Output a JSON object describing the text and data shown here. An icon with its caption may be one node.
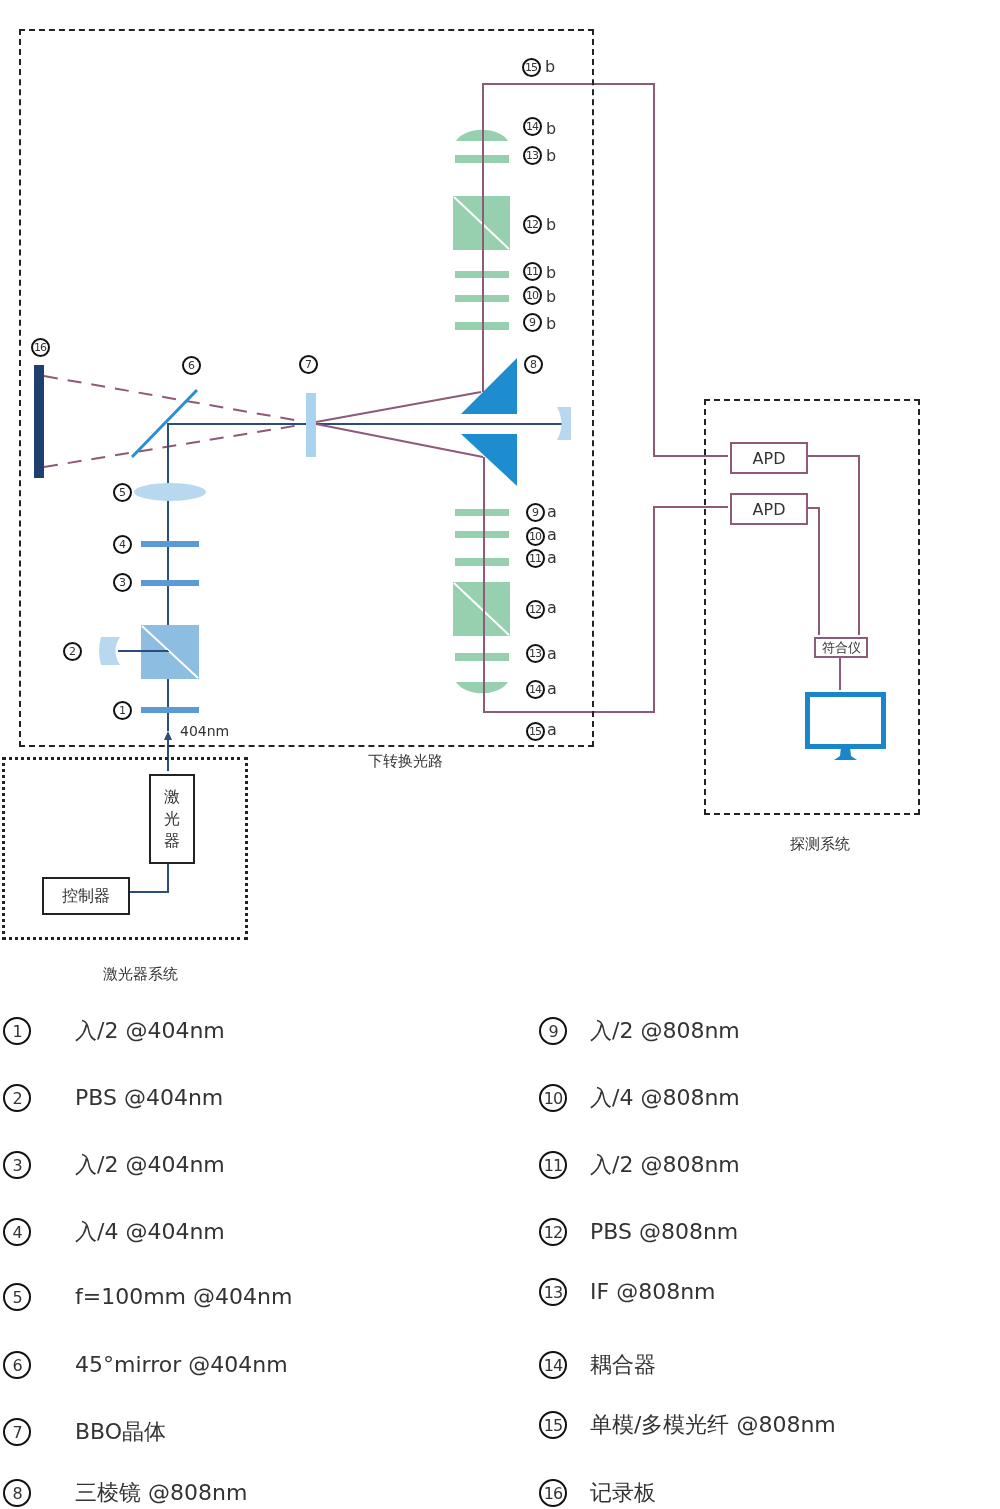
{
  "diagram": {
    "nodes": [
      {
        "text": [
          "下转换光路"
        ]
      },
      {
        "text": [
          "激光器系统"
        ]
      },
      {
        "text": [
          "探测系统"
        ]
      },
      {
        "text": [
          "激光器"
        ],
        "in": 1
      },
      {
        "text": [
          "控制器"
        ],
        "in": 1
      },
      {
        "text": [
          "APD"
        ],
        "in": 2
      },
      {
        "text": [
          "APD"
        ],
        "in": 2
      },
      {
        "text": [
          "符合仪"
        ],
        "in": 2
      },
      {
        "text": [],
        "shape": "monitor",
        "in": 2
      }
    ],
    "edges": [
      {
        "from": 4,
        "to": 3,
        "arrow": "none",
        "color": "#2b4c7e"
      },
      {
        "from": 3,
        "to": 0,
        "arrow": "to",
        "color": "#2b4c7e"
      },
      {
        "from": 0,
        "to": 5,
        "arrow": "none"
      },
      {
        "from": 0,
        "to": 6,
        "arrow": "none"
      },
      {
        "from": 5,
        "to": 7,
        "arrow": "none"
      },
      {
        "from": 6,
        "to": 7,
        "arrow": "none"
      },
      {
        "from": 7,
        "to": 8,
        "arrow": "none"
      }
    ],
    "labels": [
      "15",
      "b",
      "14",
      "b",
      "13",
      "b",
      "12",
      "b",
      "11",
      "b",
      "10",
      "b",
      "9",
      "b",
      "16",
      "6",
      "7",
      "8",
      "5",
      "9",
      "a",
      "10",
      "a",
      "4",
      "11",
      "a",
      "3",
      "12",
      "a",
      "2",
      "13",
      "a",
      "14",
      "a",
      "1",
      "404nm",
      "15",
      "a",
      "1",
      "入/2 @404nm",
      "9",
      "入/2 @808nm",
      "2",
      "PBS @404nm",
      "10",
      "入/4 @808nm",
      "3",
      "入/2 @404nm",
      "11",
      "入/2 @808nm",
      "4",
      "入/4 @404nm",
      "12",
      "PBS @808nm",
      "5",
      "f=100mm @404nm",
      "13",
      "IF @808nm",
      "6",
      "45°mirror @404nm",
      "14",
      "耦合器",
      "7",
      "BBO晶体",
      "15",
      "单模/多模光纤 @808nm",
      "8",
      "三棱镜 @808nm",
      "16",
      "记录板"
    ]
  }
}
